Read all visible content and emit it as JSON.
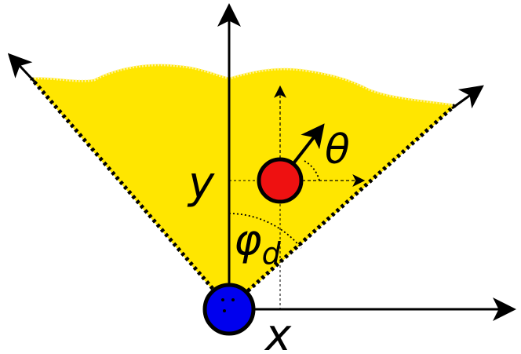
{
  "labels": {
    "x_axis": "x",
    "y_axis": "y",
    "theta": "θ",
    "phi": "φ",
    "phi_subscript": "d"
  },
  "colors": {
    "region_fill": "#ffe600",
    "origin_agent": "#0000ee",
    "target_agent": "#ee1111",
    "stroke": "#000000"
  }
}
